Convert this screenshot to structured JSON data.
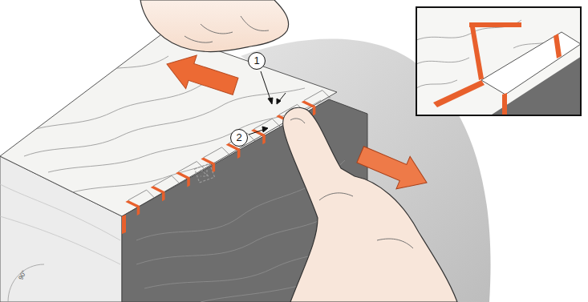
{
  "diagram": {
    "labels": [
      "1",
      "2",
      "90°"
    ]
  }
}
